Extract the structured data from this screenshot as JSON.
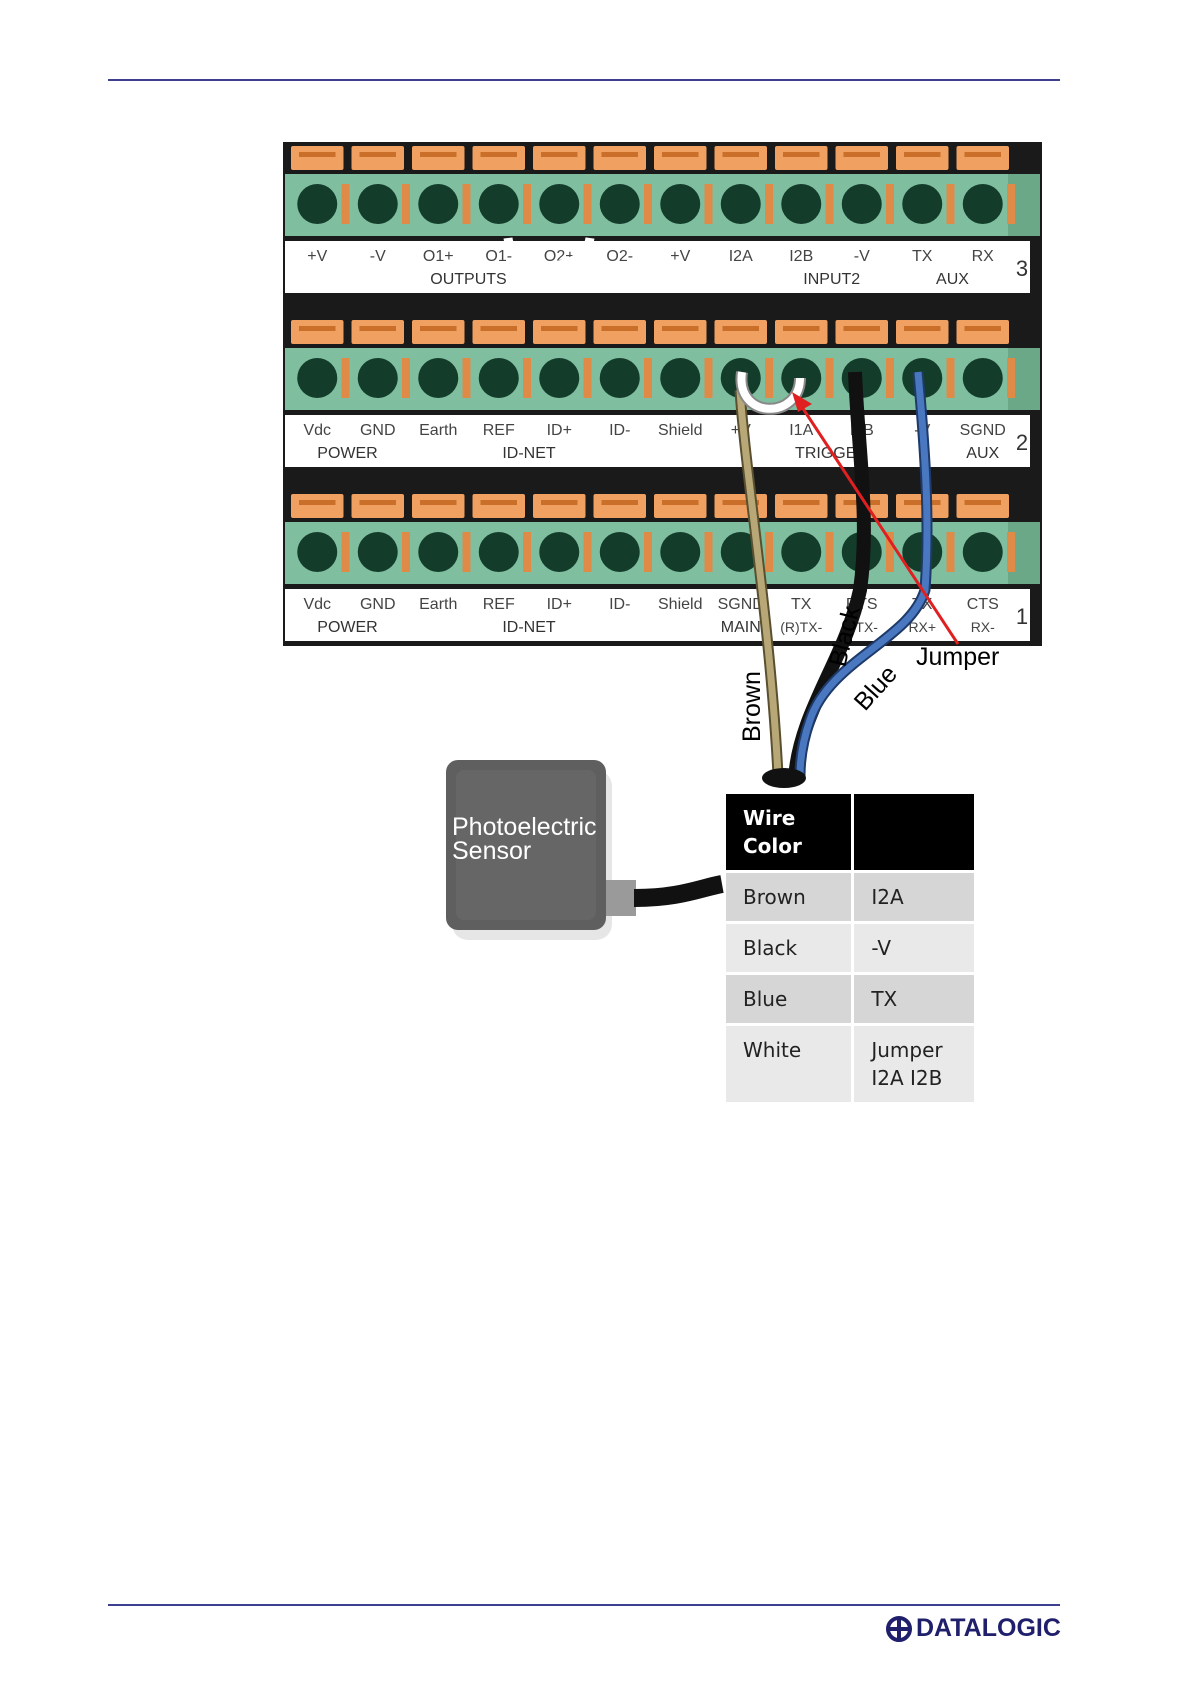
{
  "board": {
    "row3": {
      "pins": [
        "+V",
        "-V",
        "O1+",
        "O1-",
        "O2+",
        "O2-",
        "+V",
        "I2A",
        "I2B",
        "-V",
        "TX",
        "RX"
      ],
      "groups": [
        "OUTPUTS",
        "INPUT2",
        "AUX"
      ],
      "number": "3"
    },
    "row2": {
      "pins": [
        "Vdc",
        "GND",
        "Earth",
        "REF",
        "ID+",
        "ID-",
        "Shield",
        "+V",
        "I1A",
        "I1B",
        "-V",
        "SGND"
      ],
      "groups": [
        "POWER",
        "ID-NET",
        "TRIGGER",
        "AUX"
      ],
      "number": "2"
    },
    "row1": {
      "pins": [
        "Vdc",
        "GND",
        "Earth",
        "REF",
        "ID+",
        "ID-",
        "Shield",
        "SGND",
        "TX",
        "RTS",
        "TX",
        "CTS"
      ],
      "pins2": [
        "(R)TX-",
        "RTX-",
        "RX+",
        "RX-"
      ],
      "groups": [
        "POWER",
        "ID-NET",
        "MAIN"
      ],
      "number": "1"
    }
  },
  "labels": {
    "brown": "Brown",
    "black": "Black",
    "blue": "Blue",
    "jumper": "Jumper",
    "sensor_line1": "Photoelectric",
    "sensor_line2": "Sensor"
  },
  "wire_table": {
    "header": [
      "Wire Color",
      ""
    ],
    "rows": [
      {
        "color": "Brown",
        "terminal": "I2A"
      },
      {
        "color": "Black",
        "terminal": "-V"
      },
      {
        "color": "Blue",
        "terminal": "TX"
      },
      {
        "color": "White",
        "terminal": "Jumper I2A  I2B"
      }
    ]
  },
  "footer": {
    "logo_text": "DATALOGIC"
  },
  "colors": {
    "rule": "#3f3f8f",
    "terminal_green": "#7fbfa0",
    "lever_orange": "#f0a060",
    "brown_wire": "#b8a878",
    "black_wire": "#111111",
    "blue_wire": "#3e68a8",
    "jumper_arrow": "#e02020",
    "logo": "#1f1f6b"
  }
}
